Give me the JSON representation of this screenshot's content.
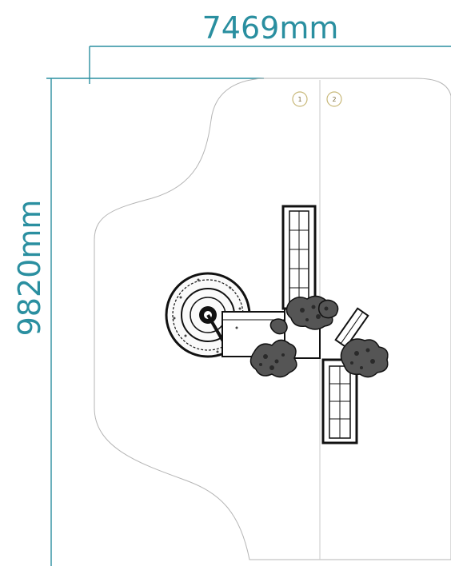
{
  "dimensions": {
    "width_label": "7469mm",
    "height_label": "9820mm"
  },
  "grid_markers": [
    "1",
    "2"
  ],
  "colors": {
    "dimension": "#2a8fa0",
    "ink": "#111111",
    "boundary": "#b5b5b5",
    "marker": "#c8b878"
  }
}
